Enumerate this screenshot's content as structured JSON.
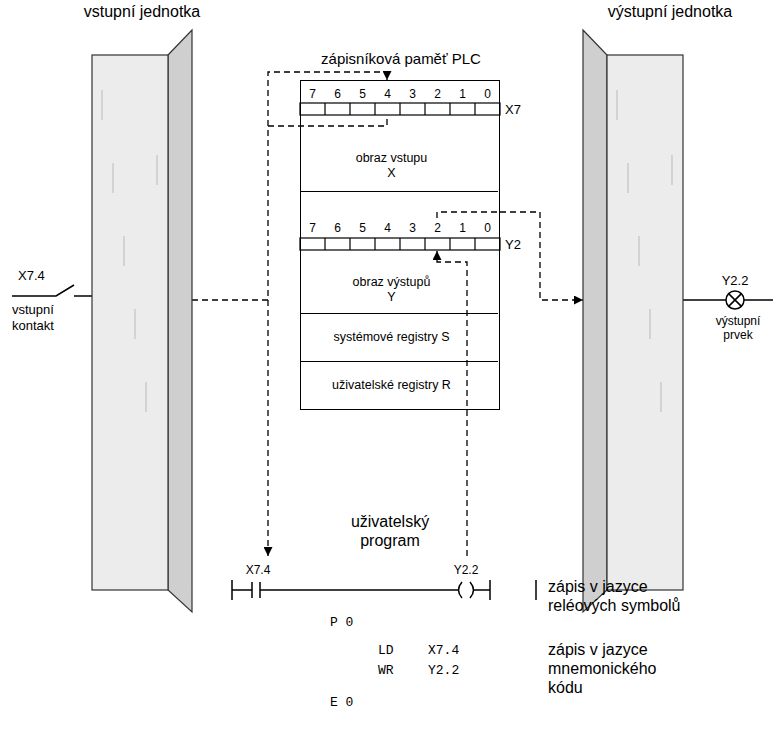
{
  "diagram": {
    "nodes": [
      {
        "text": [
          "vstupní jednotka"
        ]
      },
      {
        "text": [
          "zápisníková paměť PLC"
        ]
      },
      {
        "text": [
          "obraz vstupu X"
        ],
        "in": 1
      },
      {
        "text": [
          "obraz výstupů Y"
        ],
        "in": 1
      },
      {
        "text": [
          "systémové registry S"
        ],
        "in": 1
      },
      {
        "text": [
          "uživatelské registry R"
        ],
        "in": 1
      },
      {
        "text": [
          "výstupní jednotka"
        ]
      }
    ],
    "edges": [
      {
        "from": 0,
        "to": 1,
        "arrow": "to"
      },
      {
        "from": 1,
        "to": 6,
        "arrow": "to"
      }
    ],
    "labels": [
      "7",
      "6",
      "5",
      "4",
      "3",
      "2",
      "1",
      "0",
      "X7",
      "7",
      "6",
      "5",
      "4",
      "3",
      "2",
      "1",
      "0",
      "Y2",
      "X7.4",
      "vstupní kontakt",
      "Y2.2",
      "výstupní prvek",
      "uživatelský program",
      "X7.4",
      "Y2.2",
      "zápis v jazyce reléových symbolů",
      "P 0",
      "LD",
      "X7.4",
      "WR",
      "Y2.2",
      "E 0",
      "zápis v jazyce mnemonického kódu"
    ]
  }
}
